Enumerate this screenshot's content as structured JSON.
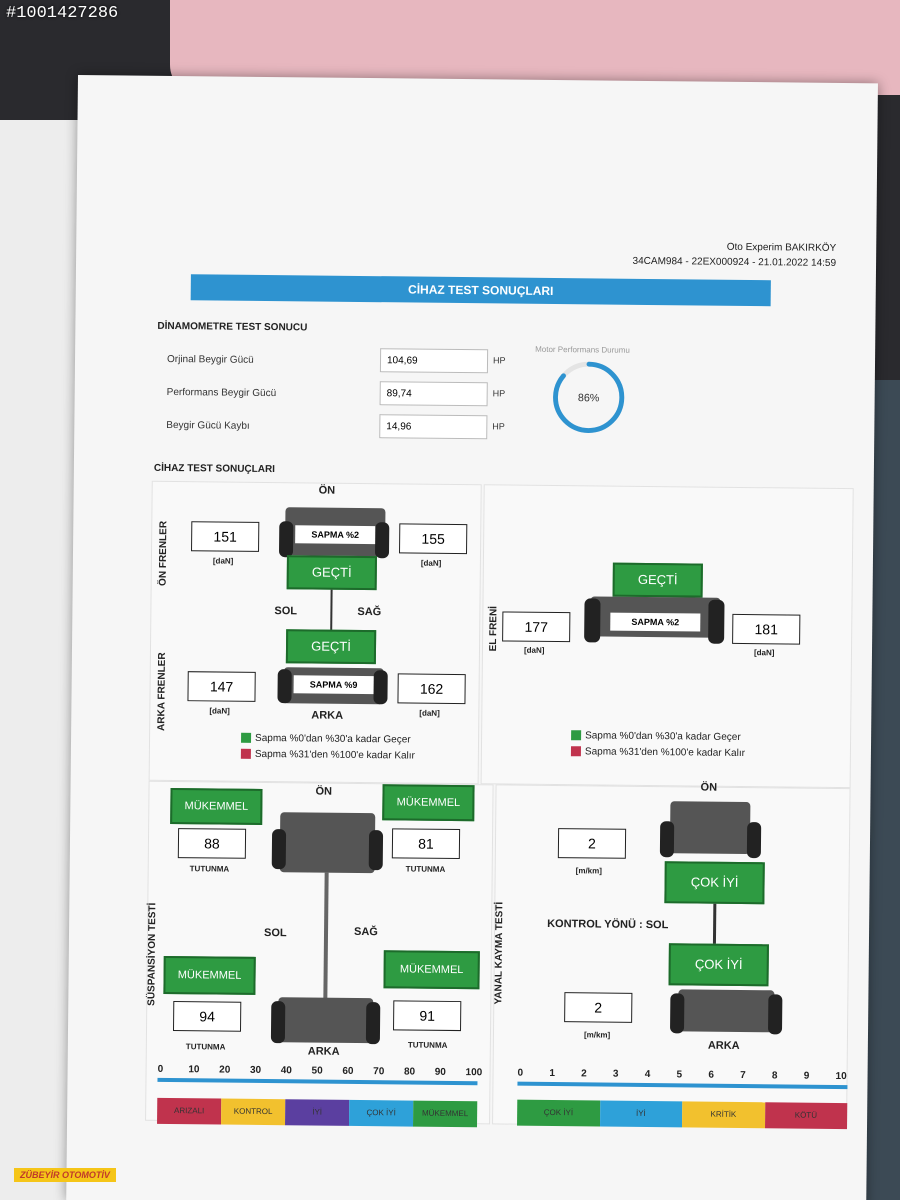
{
  "overlay": {
    "listing_id": "#1001427286",
    "logo": "ZÜBEYİR OTOMOTİV"
  },
  "header": {
    "line1": "Oto Experim BAKIRKÖY",
    "line2": "34CAM984 - 22EX000924 - 21.01.2022 14:59"
  },
  "banner": "CİHAZ TEST SONUÇLARI",
  "dyno": {
    "title": "DİNAMOMETRE TEST SONUCU",
    "rows": [
      {
        "label": "Orjinal Beygir Gücü",
        "value": "104,69",
        "unit": "HP"
      },
      {
        "label": "Performans Beygir Gücü",
        "value": "89,74",
        "unit": "HP"
      },
      {
        "label": "Beygir Gücü Kaybı",
        "value": "14,96",
        "unit": "HP"
      }
    ],
    "gauge_label": "Motor Performans Durumu",
    "gauge_value": "86%",
    "gauge_fraction": 0.86
  },
  "device": {
    "title": "CİHAZ TEST SONUÇLARI",
    "brakes": {
      "front_title": "ÖN FRENLER",
      "rear_title": "ARKA FRENLER",
      "on": "ÖN",
      "arka": "ARKA",
      "sol": "SOL",
      "sag": "SAĞ",
      "front_left": "151",
      "front_right": "155",
      "front_deviation": "SAPMA %2",
      "front_status": "GEÇTİ",
      "rear_left": "147",
      "rear_right": "162",
      "rear_deviation": "SAPMA %9",
      "rear_status": "GEÇTİ",
      "unit": "[daN]"
    },
    "handbrake": {
      "title": "EL FRENİ",
      "left": "177",
      "right": "181",
      "deviation": "SAPMA %2",
      "status": "GEÇTİ",
      "unit": "[daN]"
    },
    "legend": {
      "pass": "Sapma %0'dan %30'a kadar Geçer",
      "fail": "Sapma %31'den %100'e kadar Kalır"
    },
    "suspension": {
      "title": "SÜSPANSİYON TESTİ",
      "on": "ÖN",
      "arka": "ARKA",
      "sol": "SOL",
      "sag": "SAĞ",
      "fl_status": "MÜKEMMEL",
      "fl_value": "88",
      "fr_status": "MÜKEMMEL",
      "fr_value": "81",
      "rl_status": "MÜKEMMEL",
      "rl_value": "94",
      "rr_status": "MÜKEMMEL",
      "rr_value": "91",
      "grip": "TUTUNMA"
    },
    "side_slip": {
      "title": "YANAL KAYMA TESTİ",
      "on": "ÖN",
      "arka": "ARKA",
      "front_value": "2",
      "rear_value": "2",
      "unit": "[m/km]",
      "front_status": "ÇOK İYİ",
      "rear_status": "ÇOK İYİ",
      "direction": "KONTROL YÖNÜ : SOL"
    },
    "scale_left": {
      "ticks": [
        "0",
        "10",
        "20",
        "30",
        "40",
        "50",
        "60",
        "70",
        "80",
        "90",
        "100"
      ],
      "bands": [
        {
          "label": "ARIZALI",
          "color": "#c0334d"
        },
        {
          "label": "KONTROL",
          "color": "#f2c12e"
        },
        {
          "label": "İYİ",
          "color": "#5b3fa0"
        },
        {
          "label": "ÇOK İYİ",
          "color": "#2ea1d9"
        },
        {
          "label": "MÜKEMMEL",
          "color": "#2e9b42"
        }
      ]
    },
    "scale_right": {
      "ticks": [
        "0",
        "1",
        "2",
        "3",
        "4",
        "5",
        "6",
        "7",
        "8",
        "9",
        "10"
      ],
      "bands": [
        {
          "label": "ÇOK İYİ",
          "color": "#2e9b42"
        },
        {
          "label": "İYİ",
          "color": "#2ea1d9"
        },
        {
          "label": "KRİTİK",
          "color": "#f2c12e"
        },
        {
          "label": "KÖTÜ",
          "color": "#c0334d"
        }
      ]
    }
  }
}
